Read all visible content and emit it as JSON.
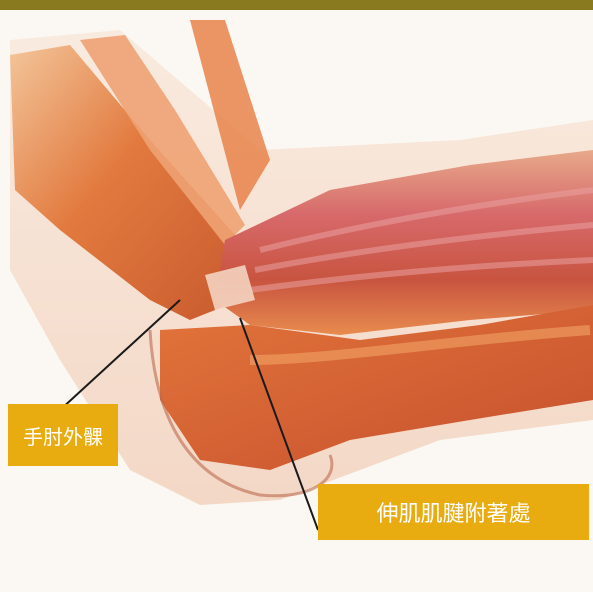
{
  "labels": {
    "lateral_epicondyle": "手肘外髁",
    "extensor_tendon_attachment": "伸肌肌腱附著處"
  },
  "colors": {
    "label_background": "#e8ac10",
    "label_text": "#ffffff",
    "top_bar": "#8a7a1f",
    "muscle_dark": "#c8582f",
    "muscle_light": "#f1a56f",
    "skin": "#f6dccb"
  },
  "illustration": {
    "subject": "elbow-muscle-anatomy",
    "icon": "elbow-anatomy-illustration"
  }
}
